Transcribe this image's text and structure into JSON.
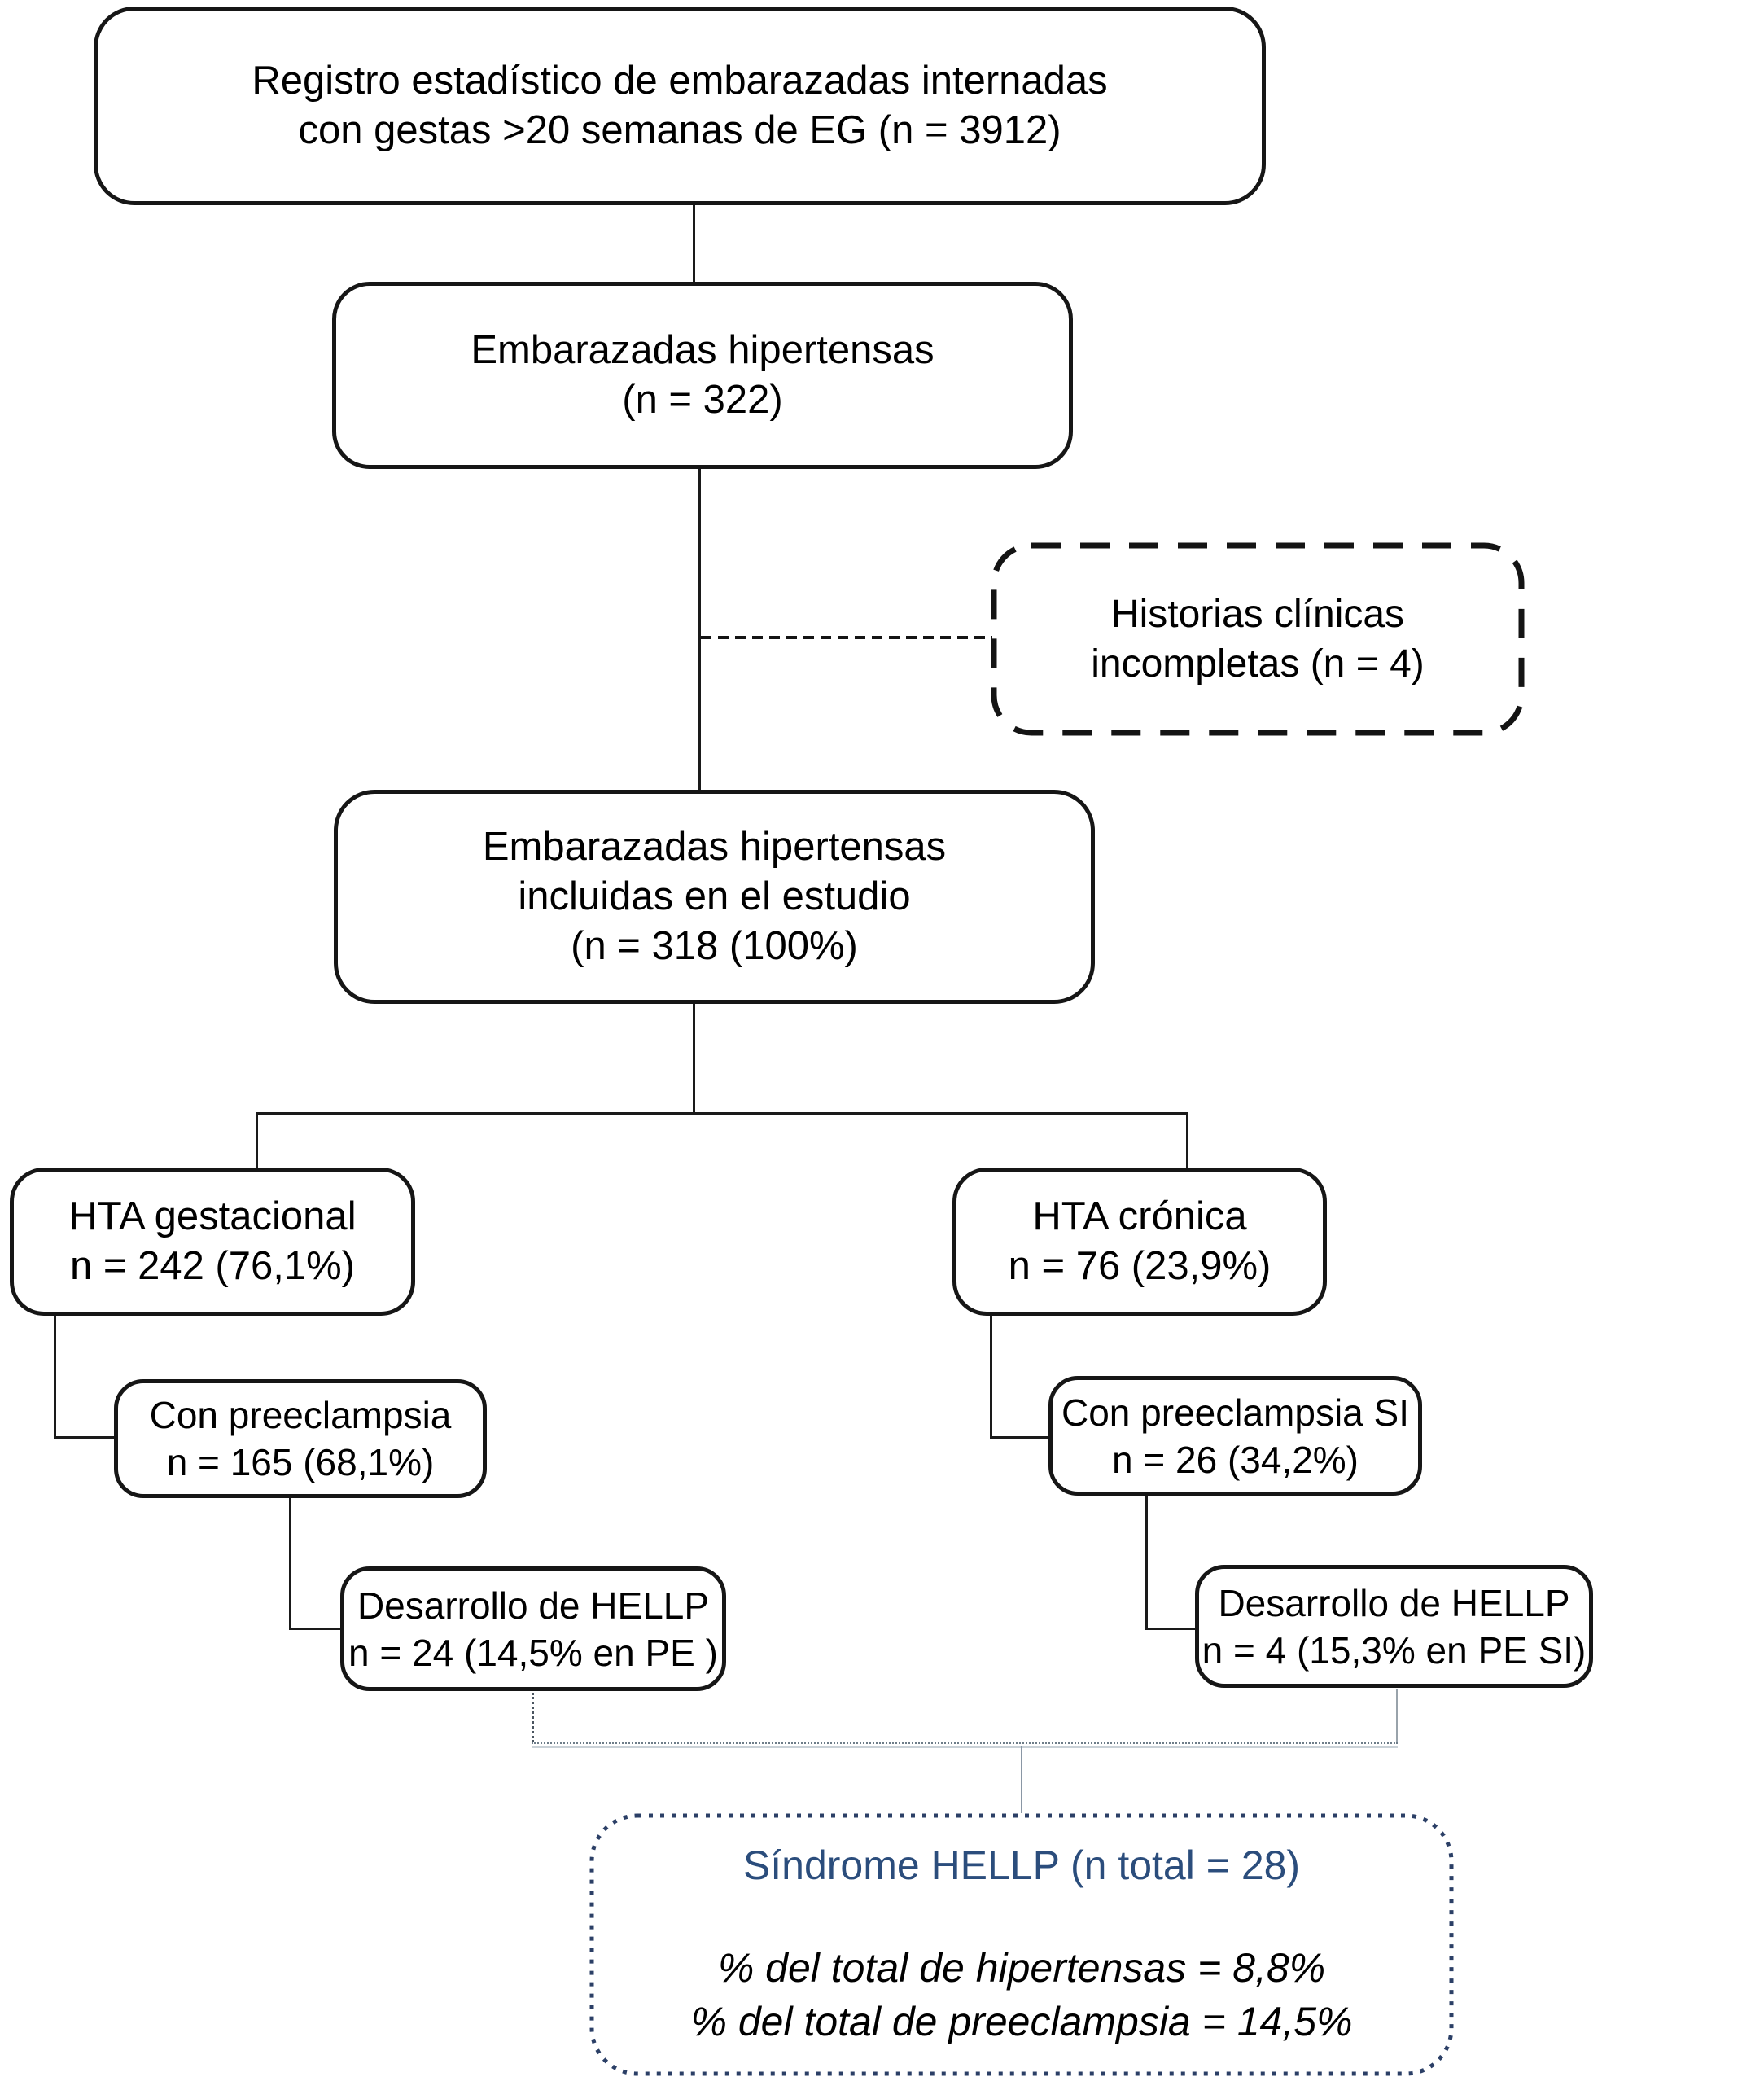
{
  "boxes": {
    "registro": {
      "lines": [
        "Registro estadístico de embarazadas internadas",
        "con gestas >20 semanas de EG (n = 3912)"
      ]
    },
    "hipertensas": {
      "lines": [
        "Embarazadas hipertensas",
        "(n = 322)"
      ]
    },
    "historias": {
      "lines": [
        "Historias clínicas",
        "incompletas (n = 4)"
      ]
    },
    "incluidas": {
      "lines": [
        "Embarazadas hipertensas",
        "incluidas en el estudio",
        "(n = 318 (100%)"
      ]
    },
    "hta_gestacional": {
      "lines": [
        "HTA gestacional",
        "n = 242 (76,1%)"
      ]
    },
    "hta_cronica": {
      "lines": [
        "HTA crónica",
        "n = 76 (23,9%)"
      ]
    },
    "con_preeclampsia": {
      "lines": [
        "Con preeclampsia",
        "n = 165 (68,1%)"
      ]
    },
    "con_preeclampsia_si": {
      "lines": [
        "Con preeclampsia SI",
        "n = 26 (34,2%)"
      ]
    },
    "desarrollo_hellp_pe": {
      "lines": [
        "Desarrollo de HELLP",
        "n = 24 (14,5% en PE )"
      ]
    },
    "desarrollo_hellp_pe_si": {
      "lines": [
        "Desarrollo de HELLP",
        "n = 4 (15,3% en PE SI)"
      ]
    },
    "sindrome_hellp": {
      "title": "Síndrome HELLP (n total = 28)",
      "stats": [
        "% del total de hipertensas = 8,8%",
        "% del total de preeclampsia = 14,5%"
      ]
    }
  },
  "colors": {
    "box_border": "#161616",
    "text": "#000000",
    "hellp_title_blue": "#2b4d7c",
    "hellp_border_navy": "#2b3f66",
    "bracket_gray": "#8a97a5"
  }
}
